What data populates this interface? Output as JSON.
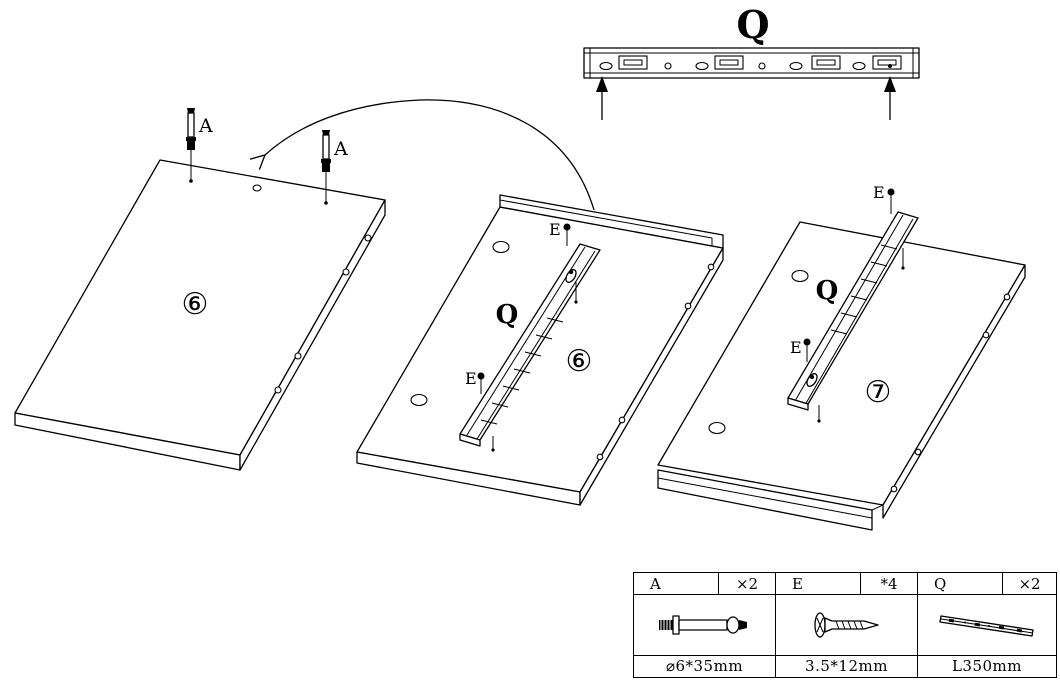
{
  "figure": {
    "q_header": "Q",
    "left_panel": {
      "number": "⑥",
      "fastener_labels": [
        "A",
        "A"
      ]
    },
    "middle_panel": {
      "number": "⑥",
      "slide_label": "Q",
      "screw_labels": [
        "E",
        "E"
      ]
    },
    "right_panel": {
      "number": "⑦",
      "slide_label": "Q",
      "screw_labels": [
        "E",
        "E"
      ]
    }
  },
  "parts": [
    {
      "code": "A",
      "qty": "×2",
      "size": "⌀6*35mm",
      "icon": "cam-dowel-icon"
    },
    {
      "code": "E",
      "qty": "*4",
      "size": "3.5*12mm",
      "icon": "wood-screw-icon"
    },
    {
      "code": "Q",
      "qty": "×2",
      "size": "L350mm",
      "icon": "drawer-slide-icon"
    }
  ]
}
